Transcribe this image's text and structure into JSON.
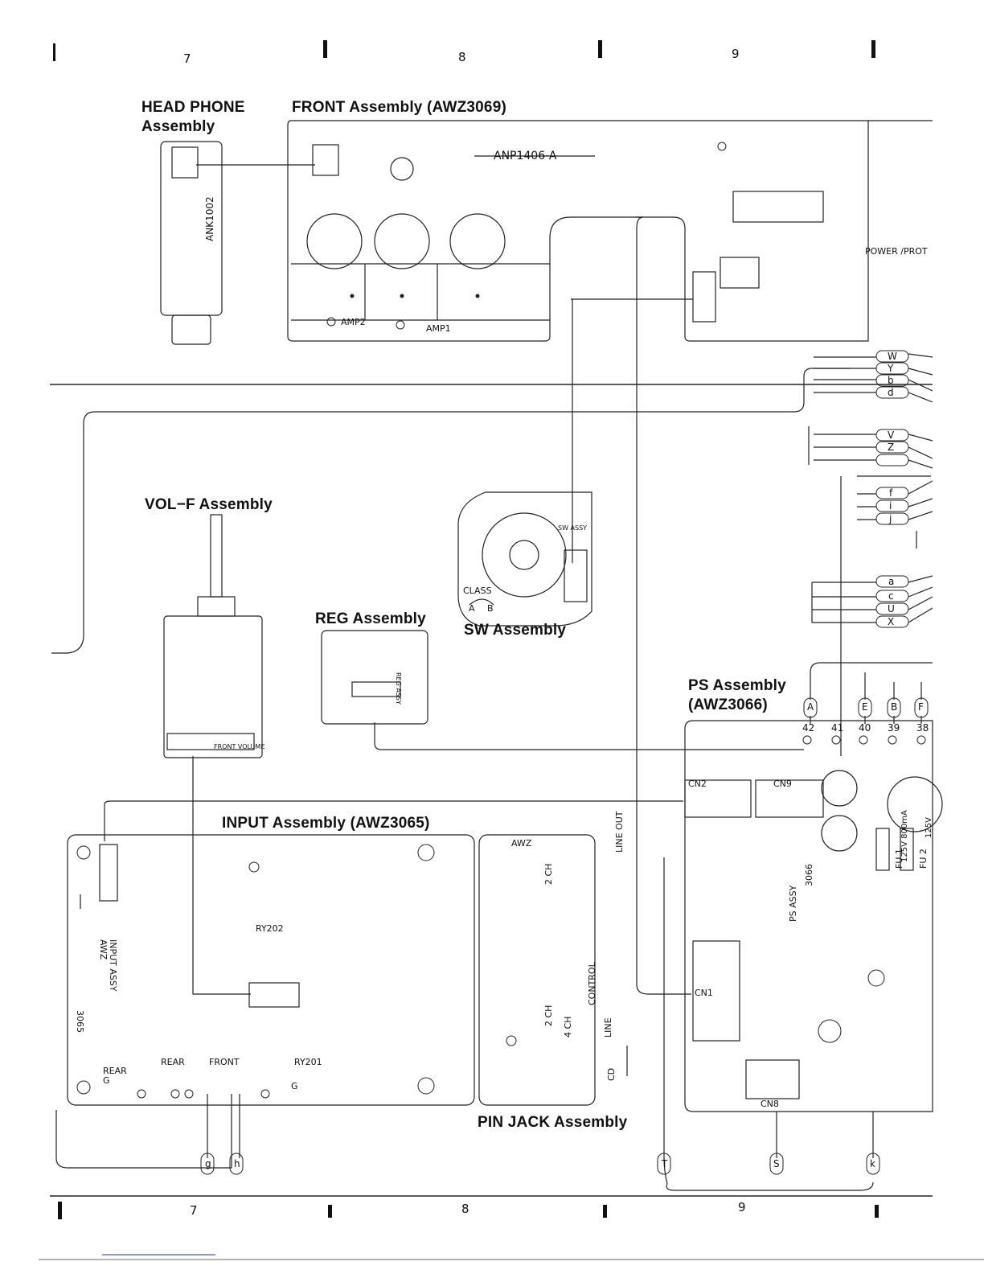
{
  "grid_top": [
    "7",
    "8",
    "9"
  ],
  "grid_bottom": [
    "7",
    "8",
    "9"
  ],
  "titles": {
    "headphone": "HEAD PHONE\nAssembly",
    "front": "FRONT Assembly (AWZ3069)",
    "volf": "VOL−F Assembly",
    "reg": "REG Assembly",
    "sw": "SW Assembly",
    "ps": "PS Assembly\n(AWZ3066)",
    "input": "INPUT Assembly (AWZ3065)",
    "pinjack": "PIN JACK Assembly"
  },
  "board_labels": {
    "anp": "ANP1406-A",
    "ank": "ANK1002",
    "amp2": "AMP2",
    "amp1": "AMP1",
    "power_prot": "POWER /PROT",
    "class": "CLASS",
    "class_a": "A",
    "class_b": "B",
    "ry202": "RY202",
    "ry201": "RY201",
    "rear_g": "REAR\nG",
    "rear": "REAR",
    "front": "FRONT",
    "g_input": "G",
    "input_assy": "INPUT ASSY\nAWZ",
    "input_3065": "3065",
    "line_out": "LINE OUT",
    "control": "CONTROL",
    "line": "LINE",
    "cd": "CD",
    "two_ch_a": "2 CH",
    "two_ch_b": "2 CH",
    "four_ch": "4 CH",
    "awz_pin": "AWZ",
    "cn2": "CN2",
    "cn9": "CN9",
    "cn1": "CN1",
    "cn8": "CN8",
    "ps_assy": "PS ASSY",
    "ps_3066": "3066",
    "fuse1": "125V 800mA",
    "fuse2": "125V",
    "fu1": "FU 1",
    "fu2": "FU 2",
    "front_volume": "FRONT VOLUME",
    "reg_assy": "REG ASSY",
    "sw_assy": "SW ASSY"
  },
  "right_connectors_top": [
    "W",
    "Y",
    "b",
    "d"
  ],
  "right_connectors_mid": [
    "V",
    "Z",
    ""
  ],
  "right_connectors_f": [
    "f",
    "i",
    "j"
  ],
  "right_connectors_low": [
    "a",
    "c",
    "U",
    "X"
  ],
  "ps_top_letters": [
    "A",
    "E",
    "B",
    "F"
  ],
  "ps_terminals": [
    "42",
    "41",
    "40",
    "39",
    "38"
  ],
  "bottom_connectors": [
    "g",
    "h",
    "T",
    "S",
    "k"
  ]
}
